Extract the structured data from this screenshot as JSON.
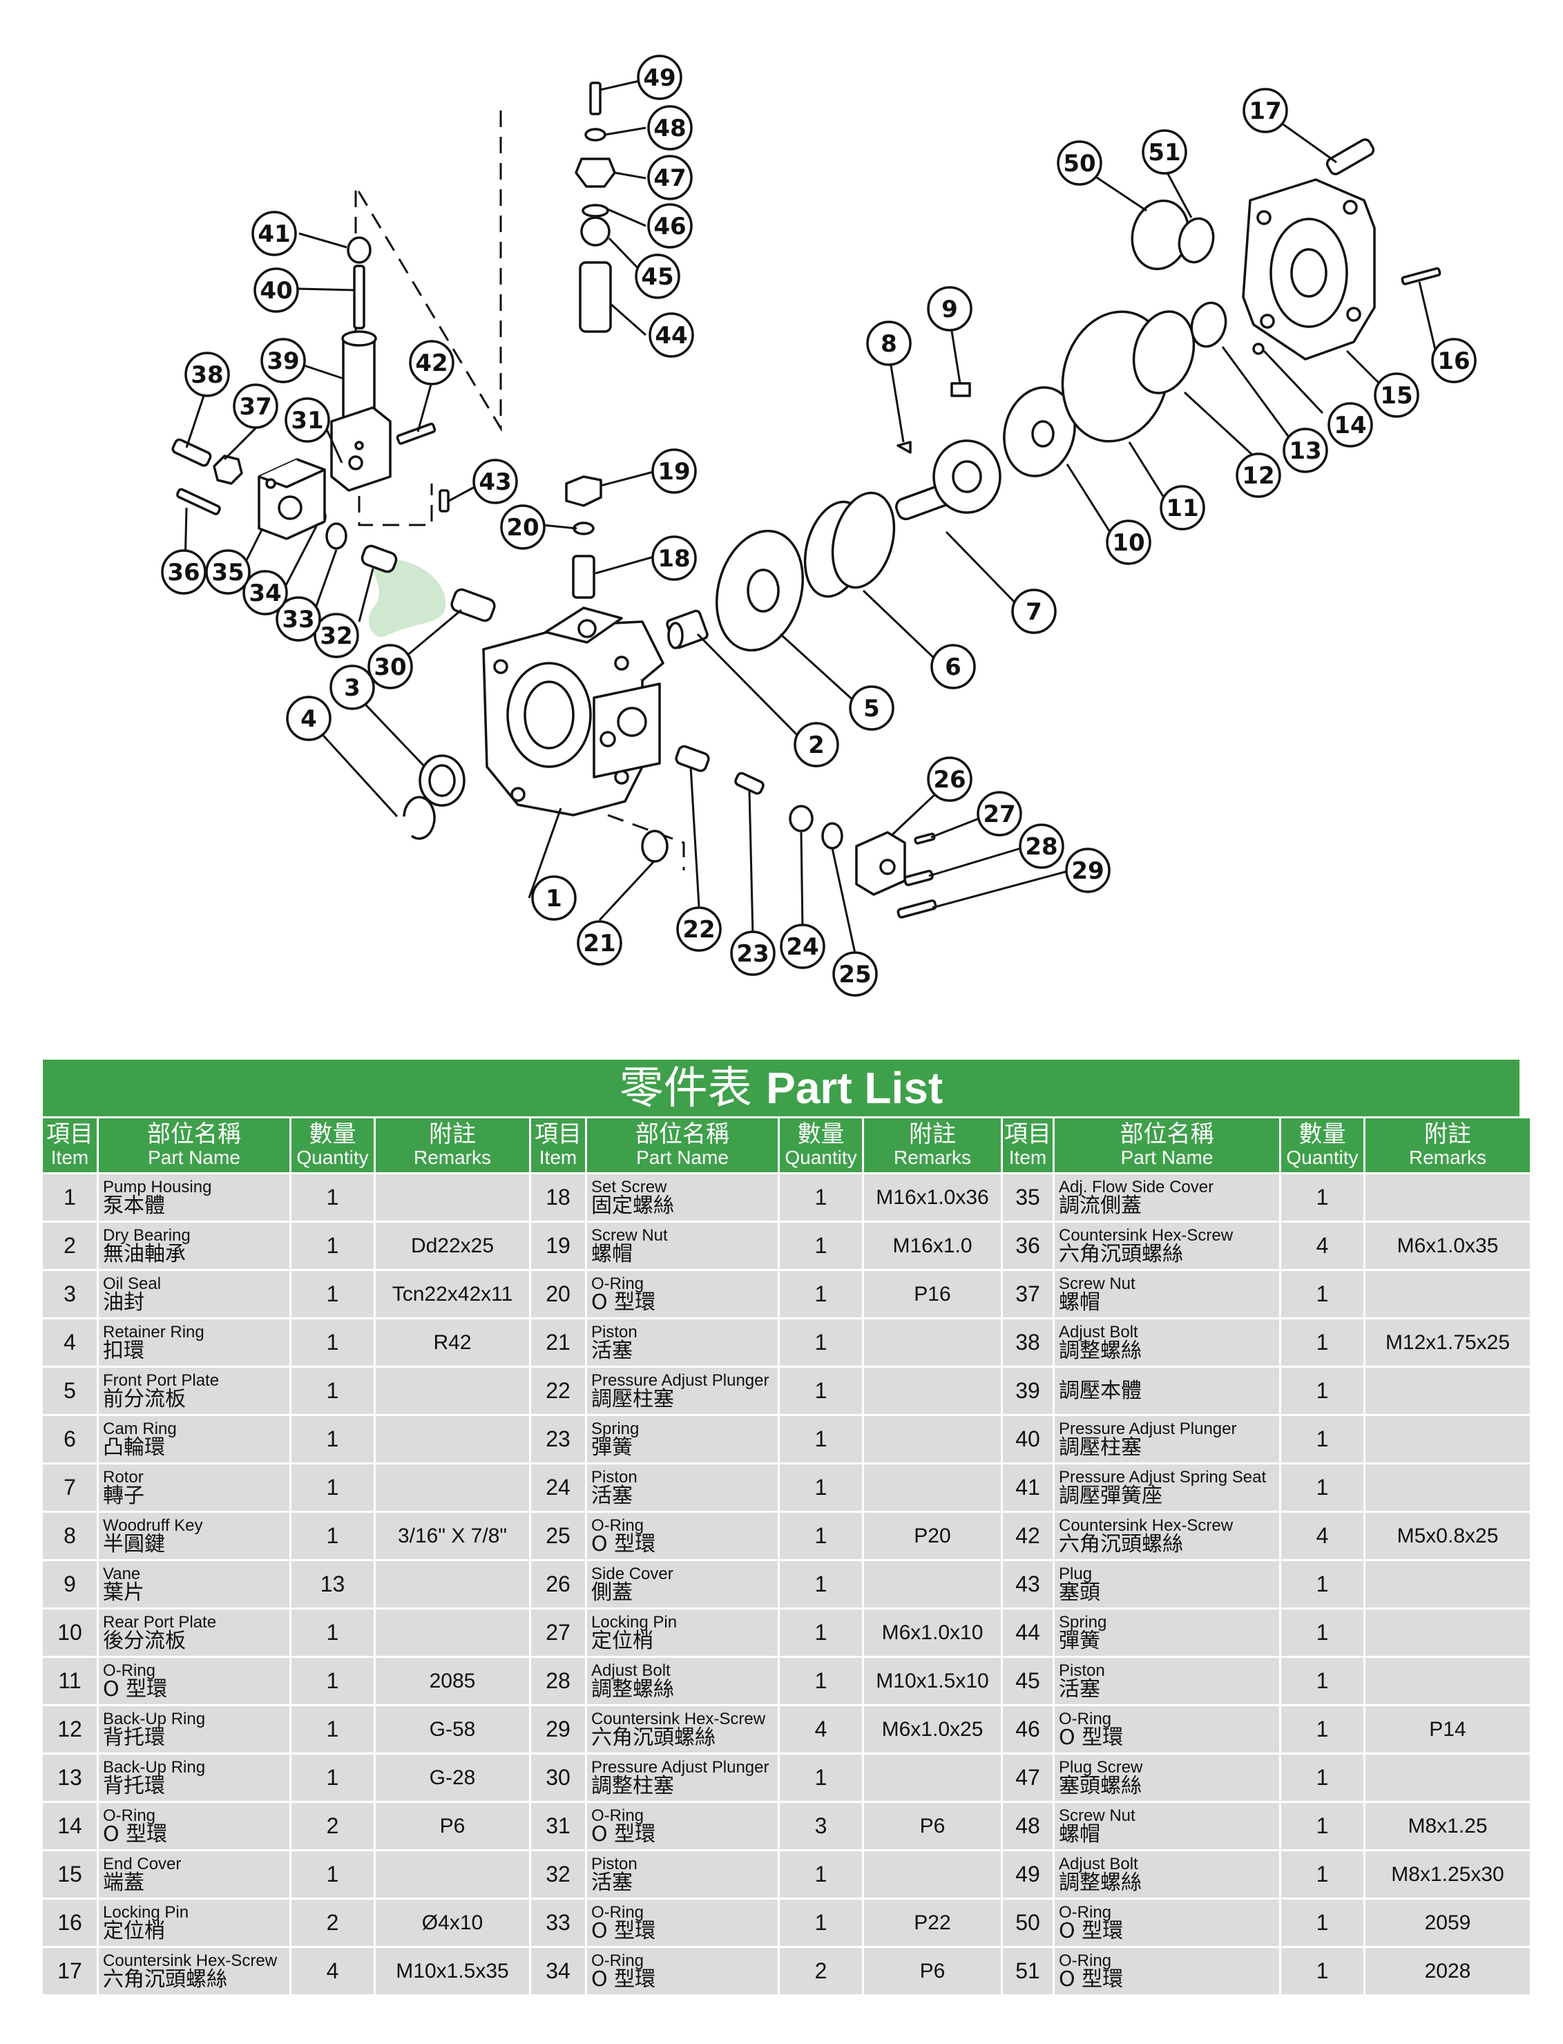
{
  "diagram": {
    "callouts": [
      "1",
      "2",
      "3",
      "4",
      "5",
      "6",
      "7",
      "8",
      "9",
      "10",
      "11",
      "12",
      "13",
      "14",
      "15",
      "16",
      "17",
      "18",
      "19",
      "20",
      "21",
      "22",
      "23",
      "24",
      "25",
      "26",
      "27",
      "28",
      "29",
      "30",
      "31",
      "32",
      "33",
      "34",
      "35",
      "36",
      "37",
      "38",
      "39",
      "40",
      "41",
      "42",
      "43",
      "44",
      "45",
      "46",
      "47",
      "48",
      "49",
      "50",
      "51"
    ]
  },
  "part_list": {
    "title_zh": "零件表",
    "title_en": "Part List",
    "headers": {
      "item_zh": "項目",
      "item_en": "Item",
      "name_zh": "部位名稱",
      "name_en": "Part Name",
      "qty_zh": "數量",
      "qty_en": "Quantity",
      "remarks_zh": "附註",
      "remarks_en": "Remarks"
    },
    "items": [
      {
        "no": "1",
        "en": "Pump Housing",
        "zh": "泵本體",
        "qty": "1",
        "remarks": ""
      },
      {
        "no": "2",
        "en": "Dry Bearing",
        "zh": "無油軸承",
        "qty": "1",
        "remarks": "Dd22x25"
      },
      {
        "no": "3",
        "en": "Oil Seal",
        "zh": "油封",
        "qty": "1",
        "remarks": "Tcn22x42x11"
      },
      {
        "no": "4",
        "en": "Retainer Ring",
        "zh": "扣環",
        "qty": "1",
        "remarks": "R42"
      },
      {
        "no": "5",
        "en": "Front Port Plate",
        "zh": "前分流板",
        "qty": "1",
        "remarks": ""
      },
      {
        "no": "6",
        "en": "Cam Ring",
        "zh": "凸輪環",
        "qty": "1",
        "remarks": ""
      },
      {
        "no": "7",
        "en": "Rotor",
        "zh": "轉子",
        "qty": "1",
        "remarks": ""
      },
      {
        "no": "8",
        "en": "Woodruff Key",
        "zh": "半圓鍵",
        "qty": "1",
        "remarks": "3/16\" X 7/8\""
      },
      {
        "no": "9",
        "en": "Vane",
        "zh": "葉片",
        "qty": "13",
        "remarks": ""
      },
      {
        "no": "10",
        "en": "Rear Port Plate",
        "zh": "後分流板",
        "qty": "1",
        "remarks": ""
      },
      {
        "no": "11",
        "en": "O-Ring",
        "zh": "O 型環",
        "qty": "1",
        "remarks": "2085"
      },
      {
        "no": "12",
        "en": "Back-Up Ring",
        "zh": "背托環",
        "qty": "1",
        "remarks": "G-58"
      },
      {
        "no": "13",
        "en": "Back-Up Ring",
        "zh": "背托環",
        "qty": "1",
        "remarks": "G-28"
      },
      {
        "no": "14",
        "en": "O-Ring",
        "zh": "O 型環",
        "qty": "2",
        "remarks": "P6"
      },
      {
        "no": "15",
        "en": "End Cover",
        "zh": "端蓋",
        "qty": "1",
        "remarks": ""
      },
      {
        "no": "16",
        "en": "Locking Pin",
        "zh": "定位梢",
        "qty": "2",
        "remarks": "Ø4x10"
      },
      {
        "no": "17",
        "en": "Countersink Hex-Screw",
        "zh": "六角沉頭螺絲",
        "qty": "4",
        "remarks": "M10x1.5x35"
      },
      {
        "no": "18",
        "en": "Set Screw",
        "zh": "固定螺絲",
        "qty": "1",
        "remarks": "M16x1.0x36"
      },
      {
        "no": "19",
        "en": "Screw Nut",
        "zh": "螺帽",
        "qty": "1",
        "remarks": "M16x1.0"
      },
      {
        "no": "20",
        "en": "O-Ring",
        "zh": "O 型環",
        "qty": "1",
        "remarks": "P16"
      },
      {
        "no": "21",
        "en": "Piston",
        "zh": "活塞",
        "qty": "1",
        "remarks": ""
      },
      {
        "no": "22",
        "en": "Pressure Adjust Plunger",
        "zh": "調壓柱塞",
        "qty": "1",
        "remarks": ""
      },
      {
        "no": "23",
        "en": "Spring",
        "zh": "彈簧",
        "qty": "1",
        "remarks": ""
      },
      {
        "no": "24",
        "en": "Piston",
        "zh": "活塞",
        "qty": "1",
        "remarks": ""
      },
      {
        "no": "25",
        "en": "O-Ring",
        "zh": "O 型環",
        "qty": "1",
        "remarks": "P20"
      },
      {
        "no": "26",
        "en": "Side Cover",
        "zh": "側蓋",
        "qty": "1",
        "remarks": ""
      },
      {
        "no": "27",
        "en": "Locking Pin",
        "zh": "定位梢",
        "qty": "1",
        "remarks": "M6x1.0x10"
      },
      {
        "no": "28",
        "en": "Adjust Bolt",
        "zh": "調整螺絲",
        "qty": "1",
        "remarks": "M10x1.5x10"
      },
      {
        "no": "29",
        "en": "Countersink Hex-Screw",
        "zh": "六角沉頭螺絲",
        "qty": "4",
        "remarks": "M6x1.0x25"
      },
      {
        "no": "30",
        "en": "Pressure Adjust Plunger",
        "zh": "調整柱塞",
        "qty": "1",
        "remarks": ""
      },
      {
        "no": "31",
        "en": "O-Ring",
        "zh": "O 型環",
        "qty": "3",
        "remarks": "P6"
      },
      {
        "no": "32",
        "en": "Piston",
        "zh": "活塞",
        "qty": "1",
        "remarks": ""
      },
      {
        "no": "33",
        "en": "O-Ring",
        "zh": "O 型環",
        "qty": "1",
        "remarks": "P22"
      },
      {
        "no": "34",
        "en": "O-Ring",
        "zh": "O 型環",
        "qty": "2",
        "remarks": "P6"
      },
      {
        "no": "35",
        "en": "Adj. Flow Side Cover",
        "zh": "調流側蓋",
        "qty": "1",
        "remarks": ""
      },
      {
        "no": "36",
        "en": "Countersink Hex-Screw",
        "zh": "六角沉頭螺絲",
        "qty": "4",
        "remarks": "M6x1.0x35"
      },
      {
        "no": "37",
        "en": "Screw Nut",
        "zh": "螺帽",
        "qty": "1",
        "remarks": ""
      },
      {
        "no": "38",
        "en": "Adjust Bolt",
        "zh": "調整螺絲",
        "qty": "1",
        "remarks": "M12x1.75x25"
      },
      {
        "no": "39",
        "en": "",
        "zh": "調壓本體",
        "qty": "1",
        "remarks": ""
      },
      {
        "no": "40",
        "en": "Pressure Adjust Plunger",
        "zh": "調壓柱塞",
        "qty": "1",
        "remarks": ""
      },
      {
        "no": "41",
        "en": "Pressure Adjust Spring Seat",
        "zh": "調壓彈簧座",
        "qty": "1",
        "remarks": ""
      },
      {
        "no": "42",
        "en": "Countersink Hex-Screw",
        "zh": "六角沉頭螺絲",
        "qty": "4",
        "remarks": "M5x0.8x25"
      },
      {
        "no": "43",
        "en": "Plug",
        "zh": "塞頭",
        "qty": "1",
        "remarks": ""
      },
      {
        "no": "44",
        "en": "Spring",
        "zh": "彈簧",
        "qty": "1",
        "remarks": ""
      },
      {
        "no": "45",
        "en": "Piston",
        "zh": "活塞",
        "qty": "1",
        "remarks": ""
      },
      {
        "no": "46",
        "en": "O-Ring",
        "zh": "O 型環",
        "qty": "1",
        "remarks": "P14"
      },
      {
        "no": "47",
        "en": "Plug Screw",
        "zh": "塞頭螺絲",
        "qty": "1",
        "remarks": ""
      },
      {
        "no": "48",
        "en": "Screw Nut",
        "zh": "螺帽",
        "qty": "1",
        "remarks": "M8x1.25"
      },
      {
        "no": "49",
        "en": "Adjust Bolt",
        "zh": "調整螺絲",
        "qty": "1",
        "remarks": "M8x1.25x30"
      },
      {
        "no": "50",
        "en": "O-Ring",
        "zh": "O 型環",
        "qty": "1",
        "remarks": "2059"
      },
      {
        "no": "51",
        "en": "O-Ring",
        "zh": "O 型環",
        "qty": "1",
        "remarks": "2028"
      }
    ]
  }
}
